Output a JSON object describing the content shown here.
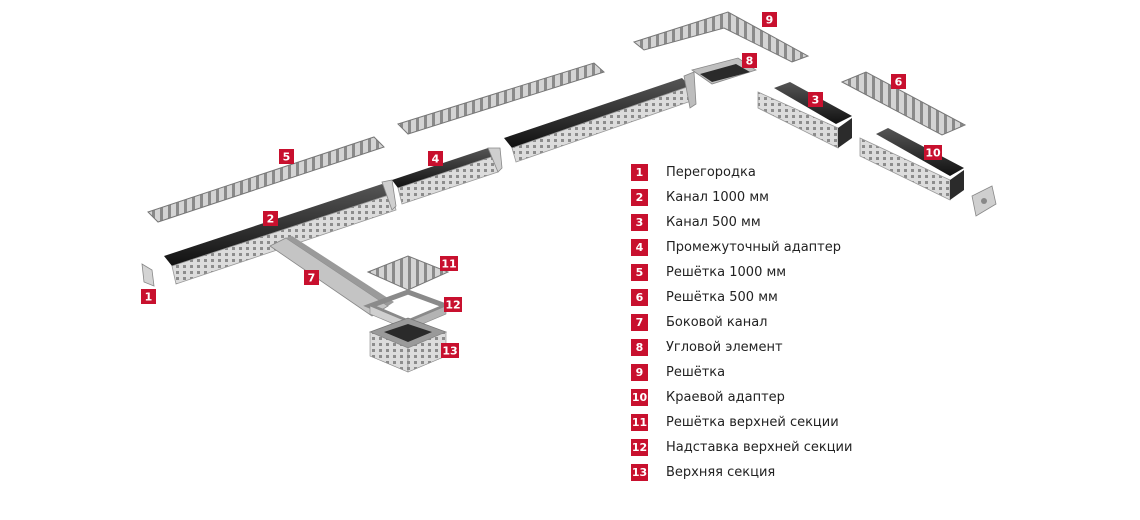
{
  "components": [
    {
      "num": "1",
      "label": "Перегородка"
    },
    {
      "num": "2",
      "label": "Канал 1000 мм"
    },
    {
      "num": "3",
      "label": "Канал 500 мм"
    },
    {
      "num": "4",
      "label": "Промежуточный адаптер"
    },
    {
      "num": "5",
      "label": "Решётка 1000 мм"
    },
    {
      "num": "6",
      "label": "Решётка 500 мм"
    },
    {
      "num": "7",
      "label": "Боковой канал"
    },
    {
      "num": "8",
      "label": "Угловой элемент"
    },
    {
      "num": "9",
      "label": "Решётка"
    },
    {
      "num": "10",
      "label": "Краевой адаптер"
    },
    {
      "num": "11",
      "label": "Решётка верхней секции"
    },
    {
      "num": "12",
      "label": "Надставка верхней секции"
    },
    {
      "num": "13",
      "label": "Верхняя секция"
    }
  ],
  "colors": {
    "badge": "#c8102e",
    "steel_light": "#e6e6e6",
    "steel_mid": "#b9b9b9",
    "steel_dark": "#7a7a7a",
    "channel_black": "#1e1e1e"
  }
}
